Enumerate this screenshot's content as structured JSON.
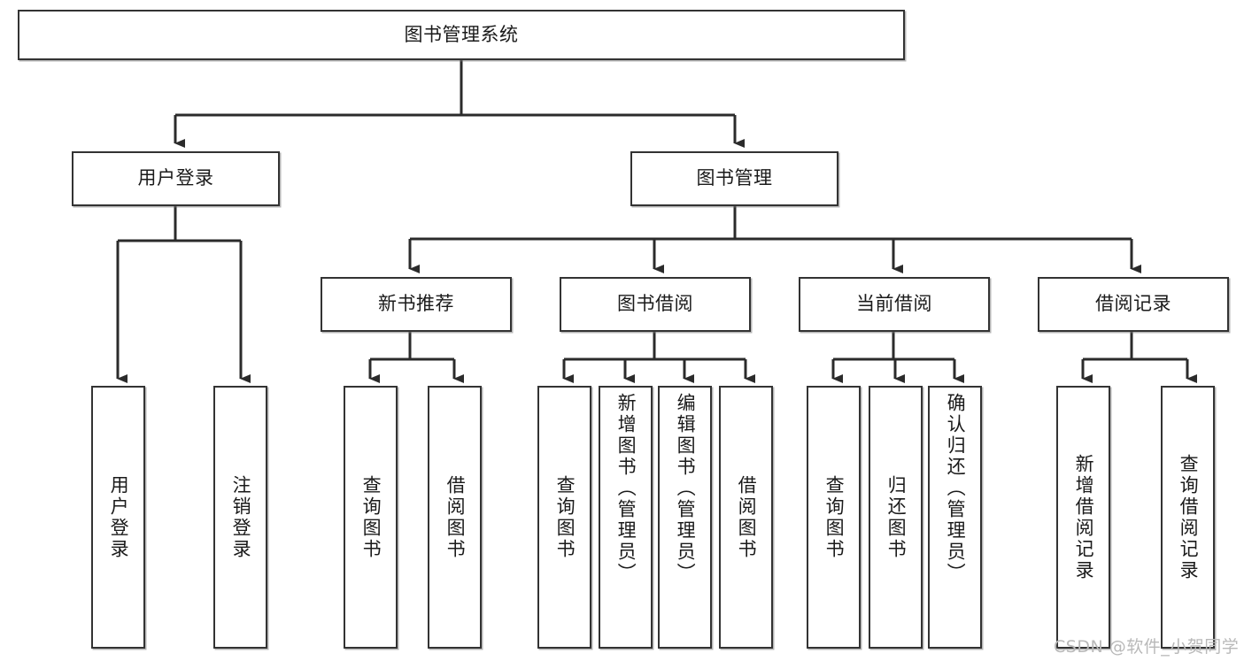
{
  "diagram": {
    "title": "图书管理系统",
    "type": "tree-hierarchy-chart",
    "watermark": "CSDN @软件_小贺同学",
    "colors": {
      "box_border": "#333333",
      "box_fill": "#ffffff",
      "connector": "#2b2b2b",
      "text": "#1a1a1a",
      "watermark": "#b9b9b9"
    },
    "root": {
      "id": "root",
      "label": "图书管理系统"
    },
    "level2": [
      {
        "id": "user-login",
        "label": "用户登录"
      },
      {
        "id": "book-manage",
        "label": "图书管理"
      }
    ],
    "level3": [
      {
        "id": "new-book-rec",
        "label": "新书推荐",
        "parent": "book-manage"
      },
      {
        "id": "book-borrow",
        "label": "图书借阅",
        "parent": "book-manage"
      },
      {
        "id": "current-borrow",
        "label": "当前借阅",
        "parent": "book-manage"
      },
      {
        "id": "borrow-record",
        "label": "借阅记录",
        "parent": "book-manage"
      }
    ],
    "leaves": [
      {
        "id": "leaf-user-login",
        "label": "用户登录",
        "parent": "user-login"
      },
      {
        "id": "leaf-user-logout",
        "label": "注销登录",
        "parent": "user-login"
      },
      {
        "id": "leaf-rec-query-book",
        "label": "查询图书",
        "parent": "new-book-rec"
      },
      {
        "id": "leaf-rec-borrow-book",
        "label": "借阅图书",
        "parent": "new-book-rec"
      },
      {
        "id": "leaf-bor-query-book",
        "label": "查询图书",
        "parent": "book-borrow"
      },
      {
        "id": "leaf-bor-add-book",
        "label": "新增图书（管理员）",
        "parent": "book-borrow"
      },
      {
        "id": "leaf-bor-edit-book",
        "label": "编辑图书（管理员）",
        "parent": "book-borrow"
      },
      {
        "id": "leaf-bor-borrow-book",
        "label": "借阅图书",
        "parent": "book-borrow"
      },
      {
        "id": "leaf-cur-query-book",
        "label": "查询图书",
        "parent": "current-borrow"
      },
      {
        "id": "leaf-cur-return-book",
        "label": "归还图书",
        "parent": "current-borrow"
      },
      {
        "id": "leaf-cur-confirm-return",
        "label": "确认归还（管理员）",
        "parent": "current-borrow"
      },
      {
        "id": "leaf-rec-add-record",
        "label": "新增借阅记录",
        "parent": "borrow-record"
      },
      {
        "id": "leaf-rec-query-record",
        "label": "查询借阅记录",
        "parent": "borrow-record"
      }
    ]
  }
}
